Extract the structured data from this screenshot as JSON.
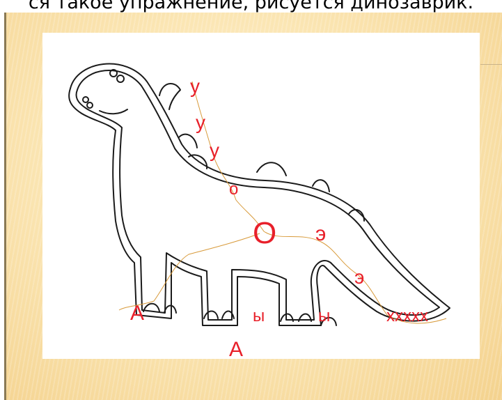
{
  "caption": "ся такое упражнение, рисуется динозаврик.",
  "drawing": {
    "colors": {
      "outline": "#1a1a1a",
      "letters": "#e8202a",
      "trace": "#d89a3a"
    },
    "labels": {
      "u1": "у",
      "u2": "у",
      "u3": "у",
      "o_small": "о",
      "o_big": "О",
      "e1": "э",
      "e2": "э",
      "a_left": "А",
      "a_bottom": "А",
      "y1": "ы",
      "y2": "ы",
      "x_tail": "ххххх"
    }
  }
}
